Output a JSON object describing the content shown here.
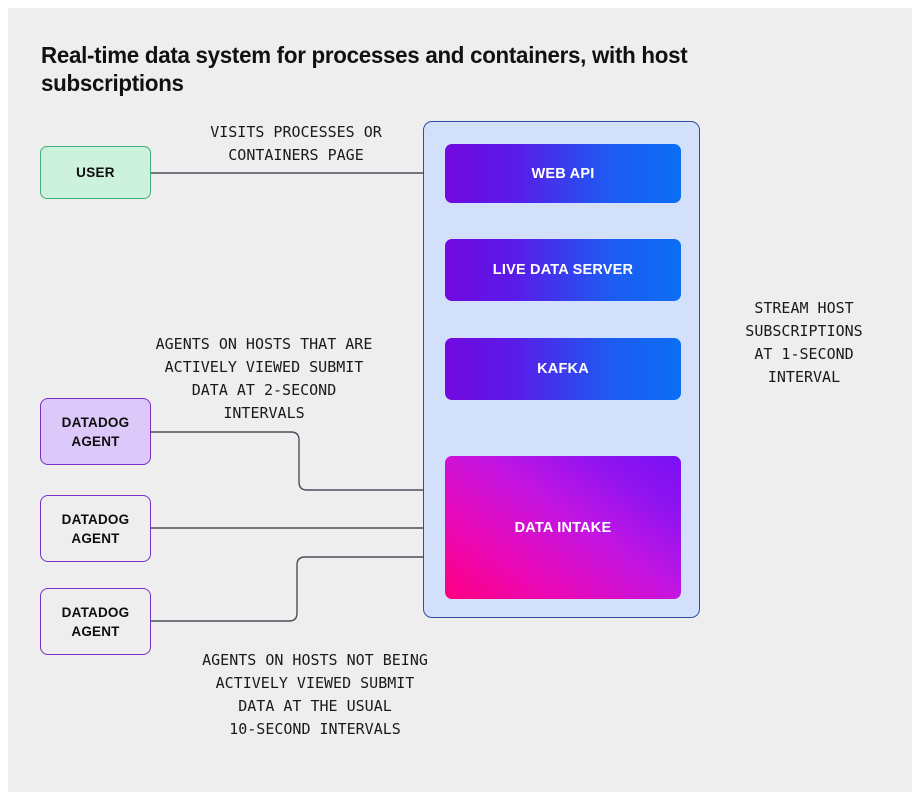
{
  "page": {
    "title": "Real-time data system for processes and containers, with host subscriptions",
    "background_color": "#eeeeee"
  },
  "nodes": {
    "user": {
      "label": "USER",
      "fill": "#ccf2dd",
      "border": "#3fae80"
    },
    "agents": [
      {
        "label": "DATADOG\nAGENT",
        "fill": "#ddc8fa",
        "border": "#7a2fc4",
        "state": "actively-viewed"
      },
      {
        "label": "DATADOG\nAGENT",
        "fill": "transparent",
        "border": "#7a2fc4",
        "state": "not-viewed"
      },
      {
        "label": "DATADOG\nAGENT",
        "fill": "transparent",
        "border": "#7a2fc4",
        "state": "not-viewed"
      }
    ],
    "system": {
      "container_fill": "#d2e0fb",
      "container_border": "#2f4f9e",
      "services": [
        {
          "label": "WEB API",
          "gradient_from": "#7209e0",
          "gradient_to": "#0b6ff5"
        },
        {
          "label": "LIVE DATA SERVER",
          "gradient_from": "#7209e0",
          "gradient_to": "#0b6ff5"
        },
        {
          "label": "KAFKA",
          "gradient_from": "#7209e0",
          "gradient_to": "#0b6ff5"
        },
        {
          "label": "DATA INTAKE",
          "gradient_from": "#ff0080",
          "gradient_to": "#7a0ff5"
        }
      ]
    }
  },
  "labels": {
    "visits": "VISITS PROCESSES OR\nCONTAINERS PAGE",
    "actively_viewed": "AGENTS ON HOSTS THAT ARE\nACTIVELY VIEWED SUBMIT\nDATA AT 2-SECOND\nINTERVALS",
    "not_viewed": "AGENTS ON HOSTS NOT BEING\nACTIVELY VIEWED SUBMIT\nDATA AT THE USUAL\n10-SECOND INTERVALS",
    "stream": "STREAM HOST\nSUBSCRIPTIONS\nAT 1-SECOND\nINTERVAL"
  },
  "arrows": {
    "stroke_grey": "#4a4f5a",
    "stroke_black": "#0d0d0d"
  }
}
